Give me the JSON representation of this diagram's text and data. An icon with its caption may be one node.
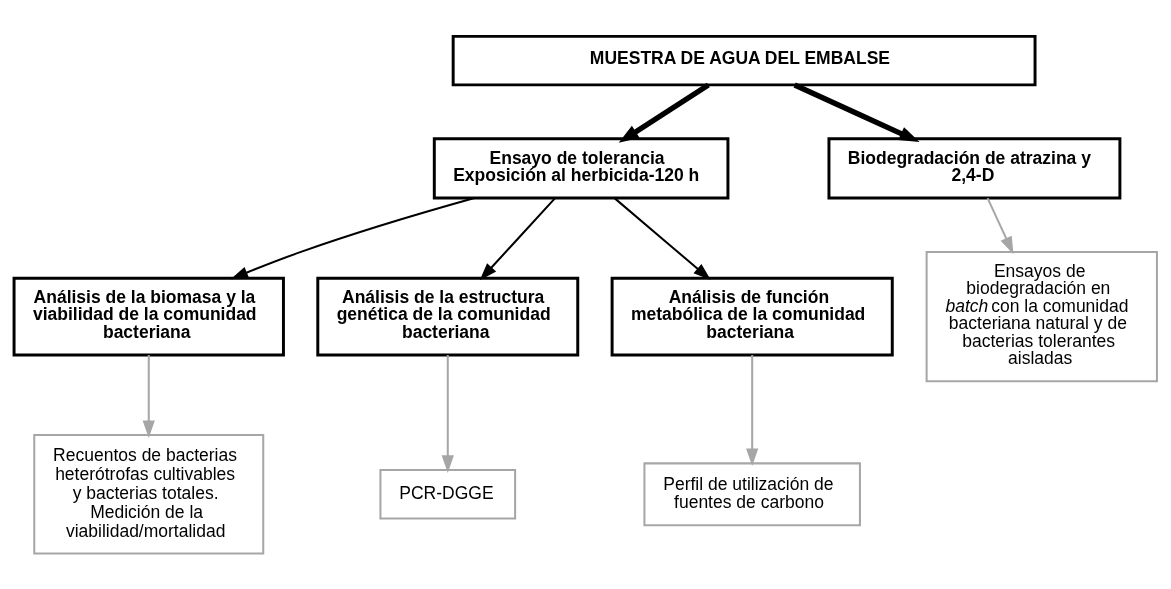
{
  "diagram": {
    "nodes": [
      {
        "text": [
          "MUESTRA DE AGUA DEL EMBALSE"
        ]
      },
      {
        "text": [
          "Ensayo de tolerancia",
          "Exposición al herbicida-120 h"
        ]
      },
      {
        "text": [
          "Biodegradación de atrazina y 2,4-D"
        ]
      },
      {
        "text": [
          "Análisis de la biomasa y la viabilidad de la comunidad bacteriana"
        ]
      },
      {
        "text": [
          "Análisis de la estructura genética de la comunidad bacteriana"
        ]
      },
      {
        "text": [
          "Análisis de función metabólica de la comunidad bacteriana"
        ]
      },
      {
        "text": [
          "Recuentos de bacterias heterótrofas cultivables y bacterias totales.",
          "Medición de la viabilidad/mortalidad"
        ]
      },
      {
        "text": [
          "PCR-DGGE"
        ]
      },
      {
        "text": [
          "Perfil de utilización de fuentes de carbono"
        ]
      },
      {
        "text": [
          "Ensayos de biodegradación en *batch* con la comunidad bacteriana natural y de bacterias tolerantes aisladas"
        ]
      }
    ],
    "edges": [
      {
        "from": 0,
        "to": 1,
        "arrow": "to",
        "style": "thick"
      },
      {
        "from": 0,
        "to": 2,
        "arrow": "to",
        "style": "thick"
      },
      {
        "from": 1,
        "to": 3,
        "arrow": "to"
      },
      {
        "from": 1,
        "to": 4,
        "arrow": "to"
      },
      {
        "from": 1,
        "to": 5,
        "arrow": "to"
      },
      {
        "from": 3,
        "to": 6,
        "arrow": "to",
        "color": "#a6a6a6"
      },
      {
        "from": 4,
        "to": 7,
        "arrow": "to",
        "color": "#a6a6a6"
      },
      {
        "from": 5,
        "to": 8,
        "arrow": "to",
        "color": "#a6a6a6"
      },
      {
        "from": 2,
        "to": 9,
        "arrow": "to",
        "color": "#a6a6a6"
      }
    ]
  }
}
